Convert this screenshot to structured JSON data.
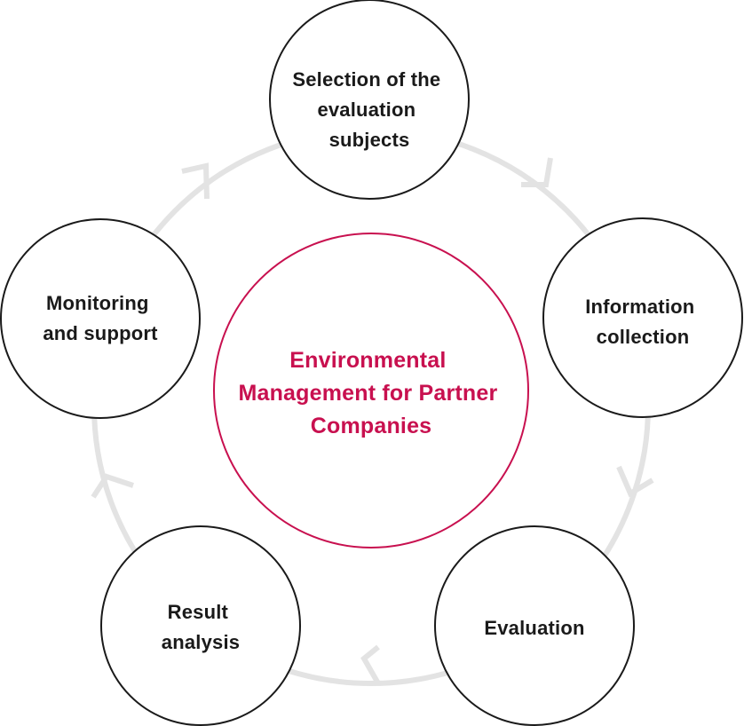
{
  "center": {
    "lines": [
      "Environmental",
      "Management for Partner",
      "Companies"
    ]
  },
  "steps": [
    {
      "id": "selection",
      "lines": [
        "Selection of the",
        "evaluation",
        "subjects"
      ]
    },
    {
      "id": "information",
      "lines": [
        "Information",
        "collection"
      ]
    },
    {
      "id": "evaluation",
      "lines": [
        "Evaluation"
      ]
    },
    {
      "id": "result",
      "lines": [
        "Result",
        "analysis"
      ]
    },
    {
      "id": "monitoring",
      "lines": [
        "Monitoring",
        "and support"
      ]
    }
  ],
  "colors": {
    "accent": "#c8104f",
    "ring": "#e3e3e3",
    "node_stroke": "#1a1a1a",
    "text": "#1a1a1a"
  },
  "icons": {
    "flow_arrow": "chevron-arrow-icon"
  }
}
